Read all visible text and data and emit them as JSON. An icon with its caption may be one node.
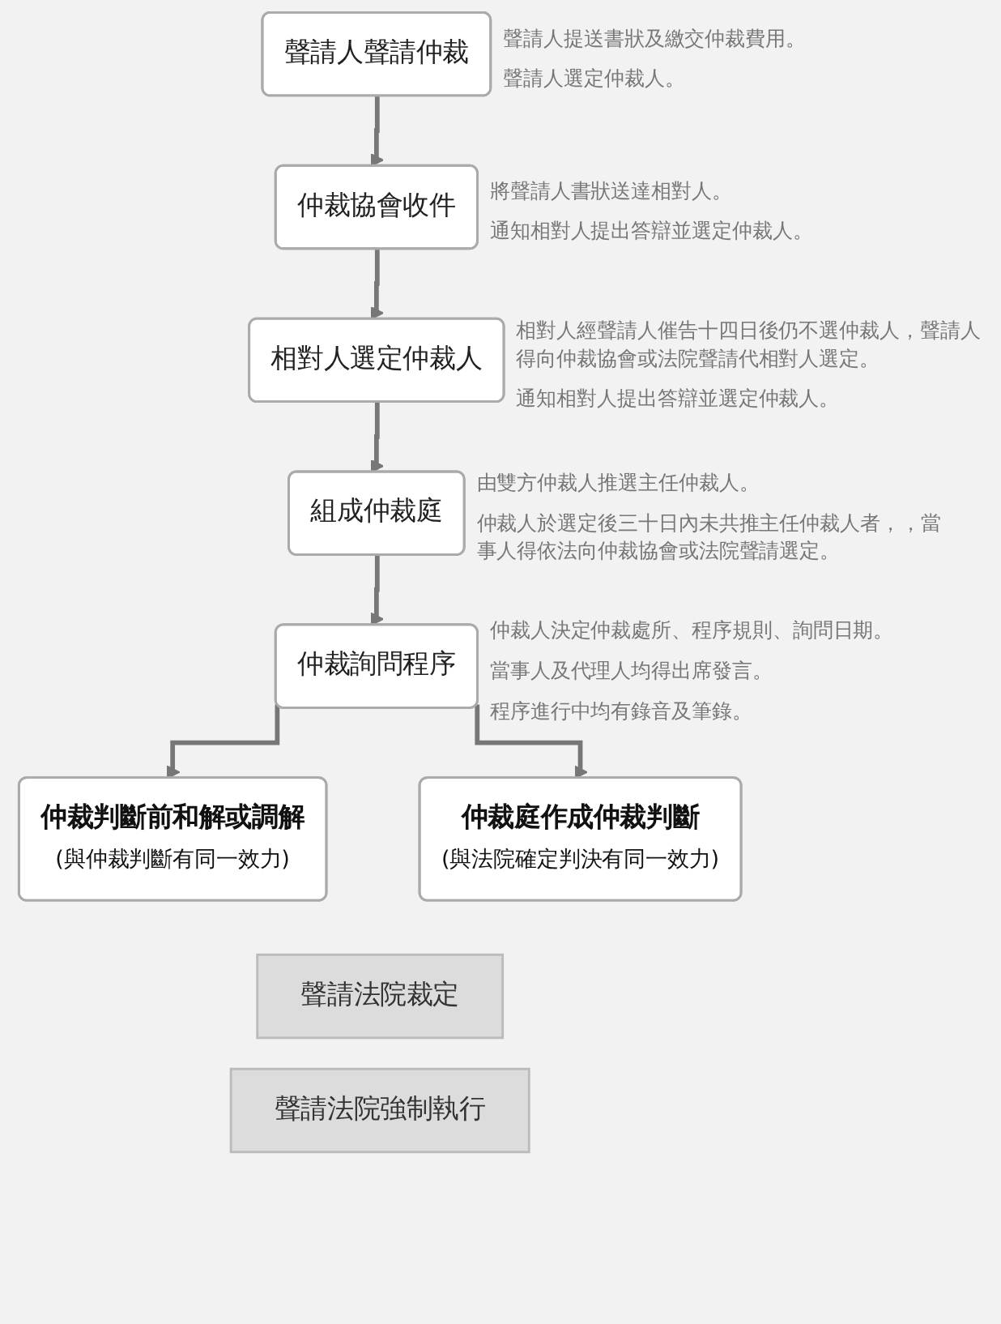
{
  "diagram": {
    "nodes": [
      {
        "text": [
          "聲請人聲請仲裁"
        ],
        "beside": [
          "聲請人提送書狀及繳交仲裁費用。",
          "聲請人選定仲裁人。"
        ]
      },
      {
        "text": [
          "仲裁協會收件"
        ],
        "beside": [
          "將聲請人書狀送達相對人。",
          "通知相對人提出答辯並選定仲裁人。"
        ]
      },
      {
        "text": [
          "相對人選定仲裁人"
        ],
        "beside": [
          "相對人經聲請人催告十四日後仍不選仲裁人，聲請人得向仲裁協會或法院聲請代相對人選定。",
          "通知相對人提出答辯並選定仲裁人。"
        ]
      },
      {
        "text": [
          "組成仲裁庭"
        ],
        "beside": [
          "由雙方仲裁人推選主任仲裁人。",
          "仲裁人於選定後三十日內未共推主任仲裁人者，，當事人得依法向仲裁協會或法院聲請選定。"
        ]
      },
      {
        "text": [
          "仲裁詢問程序"
        ],
        "beside": [
          "仲裁人決定仲裁處所、程序規則、詢問日期。",
          "當事人及代理人均得出席發言。",
          "程序進行中均有錄音及筆錄。"
        ]
      },
      {
        "text": [
          "仲裁判斷前和解或調解",
          "(與仲裁判斷有同一效力)"
        ]
      },
      {
        "text": [
          "仲裁庭作成仲裁判斷",
          "(與法院確定判決有同一效力)"
        ]
      },
      {
        "text": [
          "聲請法院裁定"
        ]
      },
      {
        "text": [
          "聲請法院強制執行"
        ]
      }
    ],
    "edges": [
      {
        "from": 0,
        "to": 1,
        "arrow": "to"
      },
      {
        "from": 1,
        "to": 2,
        "arrow": "to"
      },
      {
        "from": 2,
        "to": 3,
        "arrow": "to"
      },
      {
        "from": 3,
        "to": 4,
        "arrow": "to"
      },
      {
        "from": 4,
        "to": 5,
        "arrow": "to"
      },
      {
        "from": 4,
        "to": 6,
        "arrow": "to"
      }
    ]
  }
}
